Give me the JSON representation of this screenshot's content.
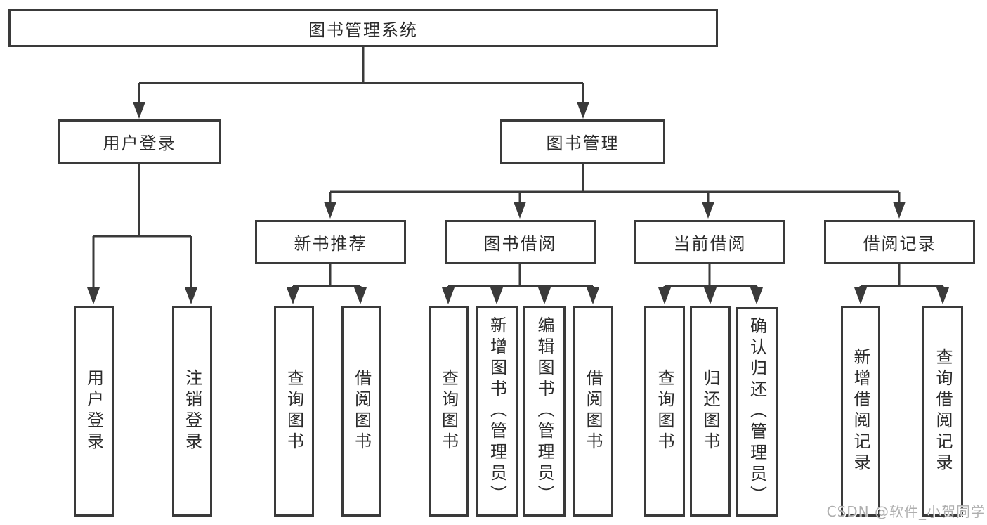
{
  "colors": {
    "line": "#3a3a3a",
    "box_border": "#3a3a3a",
    "text": "#2b2b2b",
    "watermark": "#aeaeae",
    "background": "#ffffff"
  },
  "tree": {
    "label": "图书管理系统",
    "children": [
      {
        "label": "用户登录",
        "children": [
          {
            "label": "用户登录"
          },
          {
            "label": "注销登录"
          }
        ]
      },
      {
        "label": "图书管理",
        "children": [
          {
            "label": "新书推荐",
            "children": [
              {
                "label": "查询图书"
              },
              {
                "label": "借阅图书"
              }
            ]
          },
          {
            "label": "图书借阅",
            "children": [
              {
                "label": "查询图书"
              },
              {
                "label": "新增图书（管理员）"
              },
              {
                "label": "编辑图书（管理员）"
              },
              {
                "label": "借阅图书"
              }
            ]
          },
          {
            "label": "当前借阅",
            "children": [
              {
                "label": "查询图书"
              },
              {
                "label": "归还图书"
              },
              {
                "label": "确认归还（管理员）"
              }
            ]
          },
          {
            "label": "借阅记录",
            "children": [
              {
                "label": "新增借阅记录"
              },
              {
                "label": "查询借阅记录"
              }
            ]
          }
        ]
      }
    ]
  },
  "watermark": "CSDN @软件_小贺同学"
}
